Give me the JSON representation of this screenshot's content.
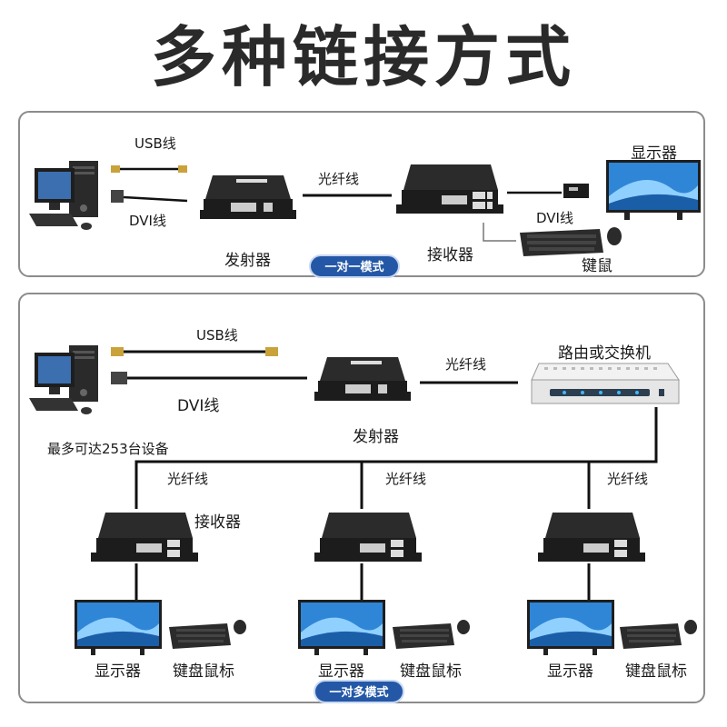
{
  "title": "多种链接方式",
  "top_panel": {
    "usb_label": "USB线",
    "dvi_label": "DVI线",
    "transmitter_label": "发射器",
    "fiber_label": "光纤线",
    "receiver_label": "接收器",
    "monitor_label": "显示器",
    "dvi_label_right": "DVI线",
    "keyboard_mouse_label": "键鼠",
    "mode_badge": "一对一模式"
  },
  "bottom_panel": {
    "usb_label": "USB线",
    "dvi_label": "DVI线",
    "transmitter_label": "发射器",
    "fiber_label_top": "光纤线",
    "switch_label": "路由或交换机",
    "max_devices_label": "最多可达253台设备",
    "receiver_label": "接收器",
    "fiber_labels": [
      "光纤线",
      "光纤线",
      "光纤线"
    ],
    "monitor_labels": [
      "显示器",
      "显示器",
      "显示器"
    ],
    "keyboard_mouse_labels": [
      "键盘鼠标",
      "键盘鼠标",
      "键盘鼠标"
    ],
    "mode_badge": "一对多模式"
  },
  "colors": {
    "badge_bg": "#2458a6",
    "device_body": "#1c1c1c",
    "screen_blue": "#2f86d6",
    "panel_border": "#8c8c8c"
  }
}
